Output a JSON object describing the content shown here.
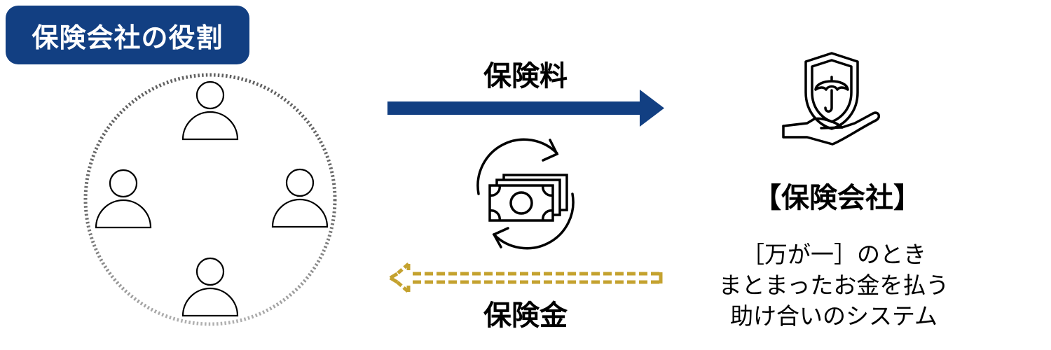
{
  "title": "保険会社の役割",
  "colors": {
    "brand_navy": "#123F82",
    "payout_gold": "#C4A22F",
    "circle_dots_top": "#666666",
    "circle_dots_bottom": "#A6A6A6",
    "icon_stroke": "#000000"
  },
  "group": {
    "icon": "people-circle",
    "members": [
      "person-top",
      "person-left",
      "person-right",
      "person-bottom"
    ]
  },
  "flows": {
    "premium": {
      "label": "保険料",
      "direction": "right",
      "style": "solid",
      "icon": "arrow-right"
    },
    "exchange_icon": "money-cycle-icon",
    "payout": {
      "label": "保険金",
      "direction": "left",
      "style": "dashed",
      "icon": "arrow-left-dashed"
    }
  },
  "company": {
    "icon": "shield-umbrella-hand-icon",
    "label": "【保険会社】",
    "description_lines": [
      "［万が一］のとき",
      "まとまったお金を払う",
      "助け合いのシステム"
    ]
  }
}
